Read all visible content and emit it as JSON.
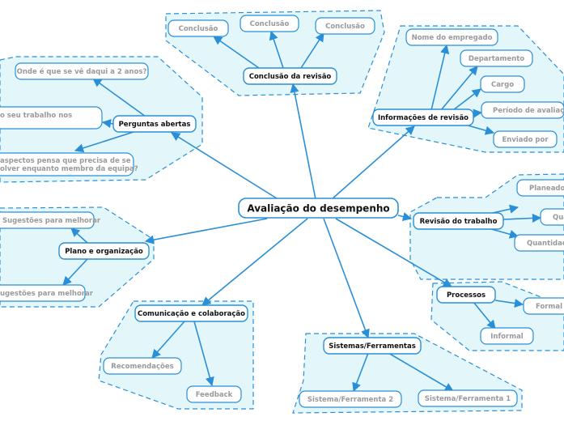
{
  "root": {
    "label": "Avaliação do desempenho"
  },
  "branches": [
    {
      "id": "conclusao",
      "label": "Conclusão da revisão",
      "children": [
        {
          "label": "Conclusão"
        },
        {
          "label": "Conclusão"
        },
        {
          "label": "Conclusão"
        }
      ]
    },
    {
      "id": "informacoes",
      "label": "Informações de revisão",
      "children": [
        {
          "label": "Nome do empregado"
        },
        {
          "label": "Departamento"
        },
        {
          "label": "Cargo"
        },
        {
          "label": "Período de avaliação"
        },
        {
          "label": "Enviado por"
        }
      ]
    },
    {
      "id": "perguntas",
      "label": "Perguntas abertas",
      "children": [
        {
          "label": "Onde é que se vê daqui a 2 anos?"
        },
        {
          "label": "o seu trabalho nos"
        },
        {
          "label": "aspectos pensa que precisa de se",
          "label2": "olver enquanto membro da equipa?"
        }
      ]
    },
    {
      "id": "revisao",
      "label": "Revisão do trabalho",
      "children": [
        {
          "label": "Planeado v"
        },
        {
          "label": "Qua"
        },
        {
          "label": "Quantidade"
        }
      ]
    },
    {
      "id": "plano",
      "label": "Plano e organização",
      "children": [
        {
          "label": "Sugestões para melhorar"
        },
        {
          "label": "ugestões para melhorar"
        }
      ]
    },
    {
      "id": "processos",
      "label": "Processos",
      "children": [
        {
          "label": "Formal"
        },
        {
          "label": "Informal"
        }
      ]
    },
    {
      "id": "comunicacao",
      "label": "Comunicação e colaboração",
      "children": [
        {
          "label": "Recomendações"
        },
        {
          "label": "Feedback"
        }
      ]
    },
    {
      "id": "sistemas",
      "label": "Sistemas/Ferramentas",
      "children": [
        {
          "label": "Sistema/Ferramenta 2"
        },
        {
          "label": "Sistema/Ferramenta 1"
        }
      ]
    }
  ]
}
